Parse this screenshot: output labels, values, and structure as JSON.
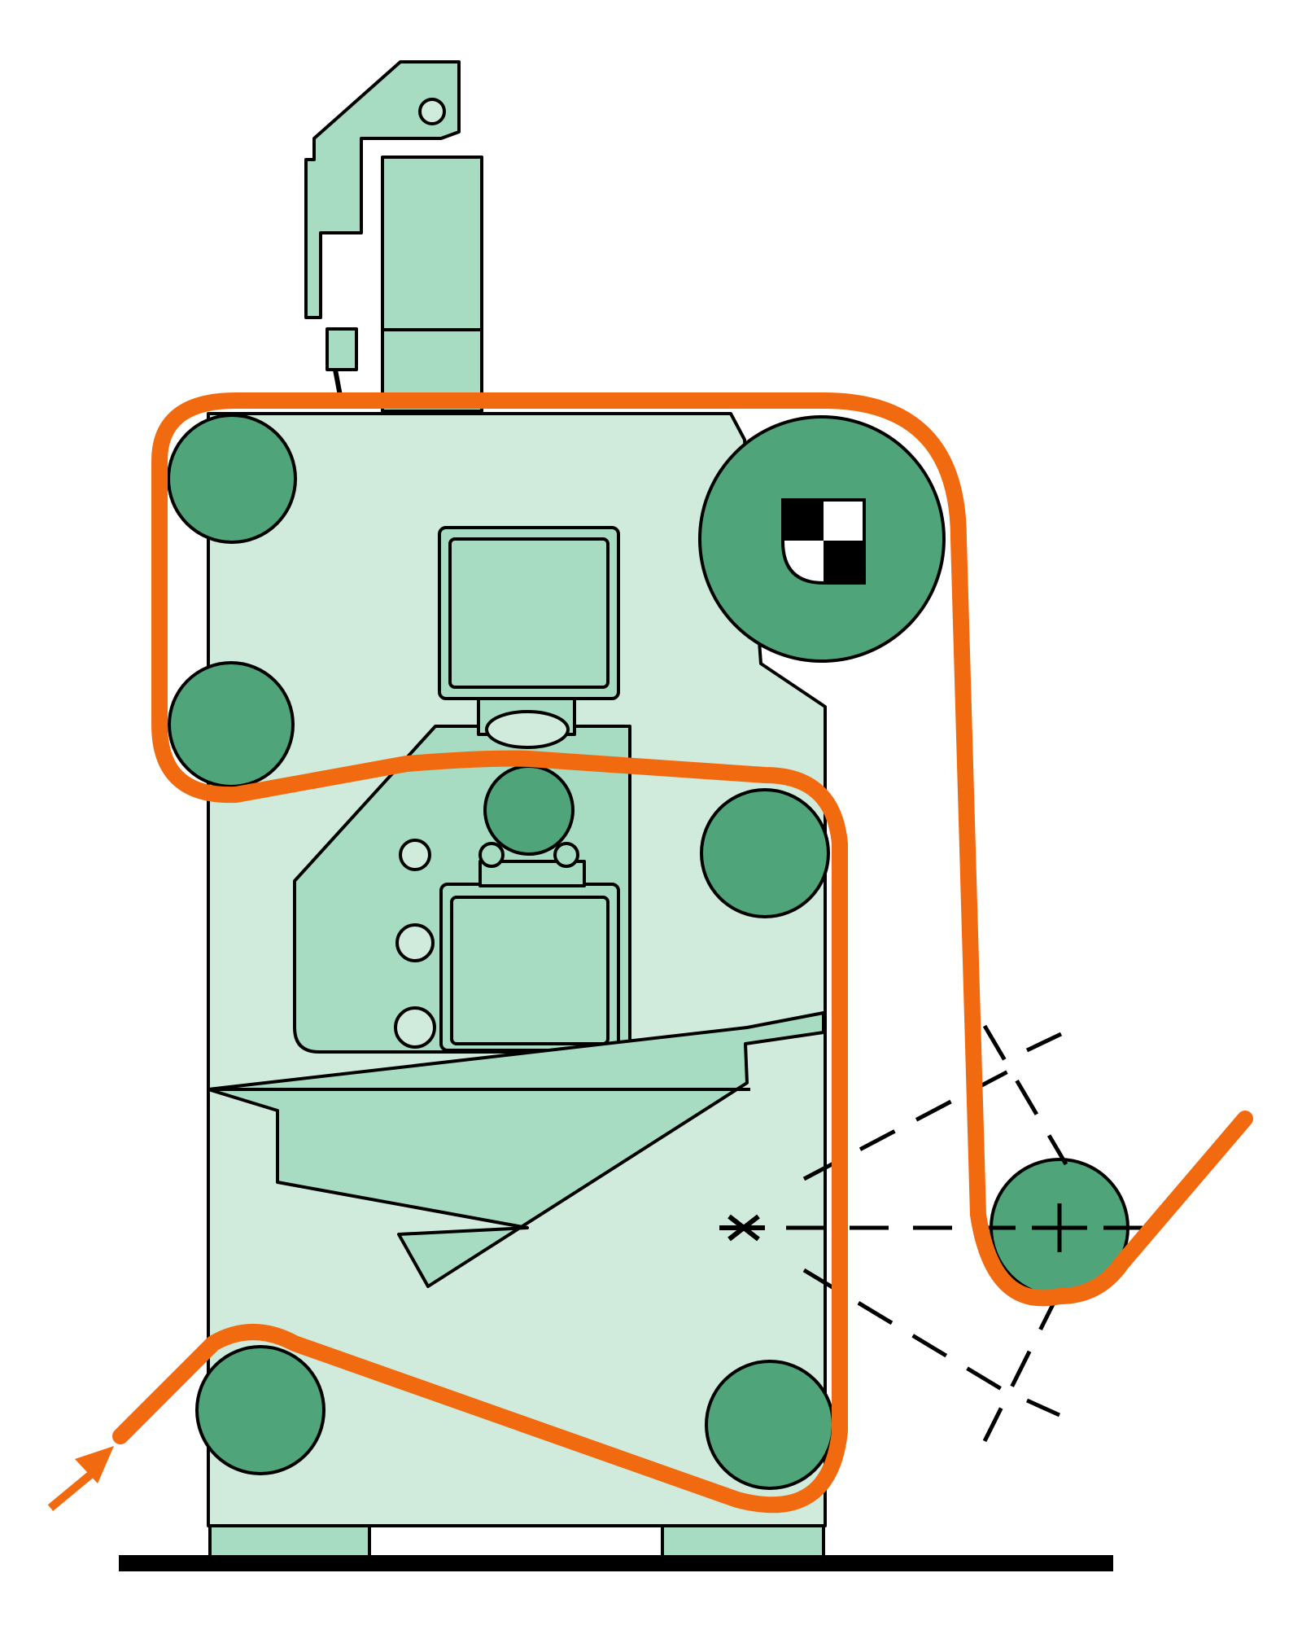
{
  "diagram": {
    "description_visible_text": "",
    "colors": {
      "frame_light": "#d0ebdc",
      "panel_mid": "#a7dbc2",
      "roller": "#4fa47a",
      "web": "#f26a10",
      "outline": "#000000",
      "background": "#ffffff"
    },
    "components": [
      "pen-plotter-head",
      "ink-column",
      "machine-frame",
      "upper-left-roller",
      "middle-left-roller",
      "large-drive-drum",
      "print-head-upper",
      "print-head-lower",
      "impression-roller",
      "right-guide-roller",
      "tension-dancer-roller",
      "lower-left-roller",
      "lower-right-roller",
      "web-path",
      "floor-base"
    ]
  }
}
